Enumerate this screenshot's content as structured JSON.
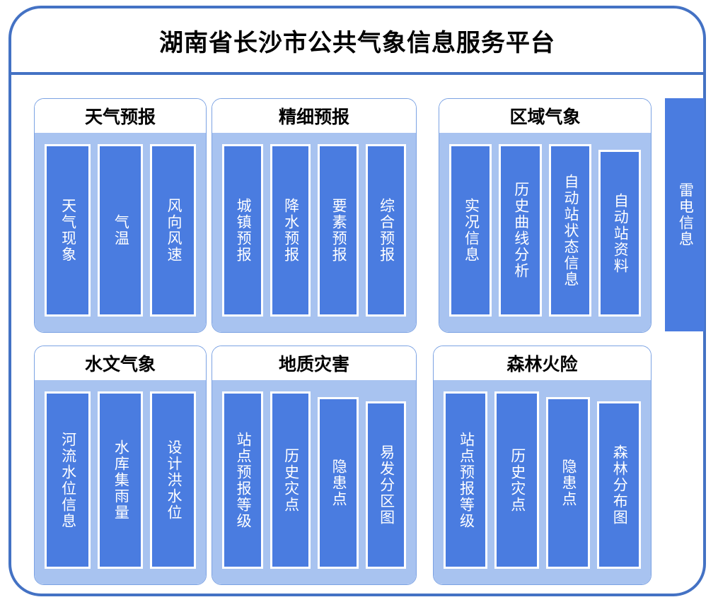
{
  "header": {
    "title": "湖南省长沙市公共气象信息服务平台"
  },
  "colors": {
    "frame_border": "#4472c4",
    "card_border": "#7ba2e3",
    "card_body": "#a8c3f0",
    "item_bar": "#4a7ce0",
    "item_text": "#ffffff",
    "title_text": "#000000"
  },
  "modules": [
    {
      "id": "weather-forecast",
      "title": "天气预报",
      "items": [
        {
          "label": "天气现象"
        },
        {
          "label": "气温"
        },
        {
          "label": "风向风速"
        }
      ]
    },
    {
      "id": "fine-forecast",
      "title": "精细预报",
      "items": [
        {
          "label": "城镇预报"
        },
        {
          "label": "降水预报"
        },
        {
          "label": "要素预报"
        },
        {
          "label": "综合预报"
        }
      ]
    },
    {
      "id": "regional-met",
      "title": "区域气象",
      "items": [
        {
          "label": "实况信息"
        },
        {
          "label": "历史曲线分析"
        },
        {
          "label": "自动站状态信息"
        },
        {
          "label": "自动站资料"
        }
      ]
    },
    {
      "id": "hydro-met",
      "title": "水文气象",
      "items": [
        {
          "label": "河流水位信息"
        },
        {
          "label": "水库集雨量"
        },
        {
          "label": "设计洪水位"
        }
      ]
    },
    {
      "id": "geo-disaster",
      "title": "地质灾害",
      "items": [
        {
          "label": "站点预报等级"
        },
        {
          "label": "历史灾点"
        },
        {
          "label": "隐患点"
        },
        {
          "label": "易发分区图"
        }
      ]
    },
    {
      "id": "forest-fire",
      "title": "森林火险",
      "items": [
        {
          "label": "站点预报等级"
        },
        {
          "label": "历史灾点"
        },
        {
          "label": "隐患点"
        },
        {
          "label": "森林分布图"
        }
      ]
    }
  ],
  "side_module": {
    "id": "lightning-info",
    "label": "雷电信息"
  }
}
